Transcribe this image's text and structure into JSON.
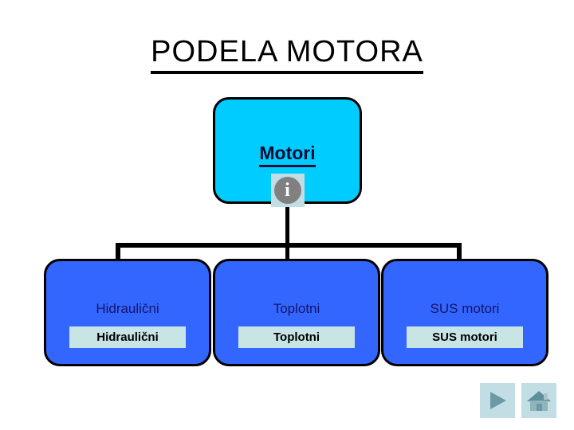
{
  "slide": {
    "title": "PODELA MOTORA",
    "background_color": "#ffffff"
  },
  "diagram": {
    "type": "tree",
    "root": {
      "label": "Motori",
      "fill_color": "#00ccff",
      "text_color": "#0a0a32",
      "icon": "info-icon"
    },
    "children": [
      {
        "label": "Hidraulični",
        "chip_label": "Hidraulični",
        "fill_color": "#3366ff",
        "chip_color": "#c8e4e4"
      },
      {
        "label": "Toplotni",
        "chip_label": "Toplotni",
        "fill_color": "#3366ff",
        "chip_color": "#c8e4e4"
      },
      {
        "label": "SUS motori",
        "chip_label": "SUS motori",
        "fill_color": "#3366ff",
        "chip_color": "#c8e4e4"
      }
    ],
    "connector_color": "#000000",
    "border_color": "#000000"
  },
  "navigation": {
    "next": {
      "icon": "play-triangle-icon",
      "glyph_color": "#6b9aa5"
    },
    "home": {
      "icon": "home-icon",
      "glyph_color": "#6b9aa5"
    },
    "button_background": "#c3dde4"
  },
  "info_icon": {
    "letter": "i",
    "circle_color": "#808080",
    "chip_color": "#c3dde4"
  }
}
